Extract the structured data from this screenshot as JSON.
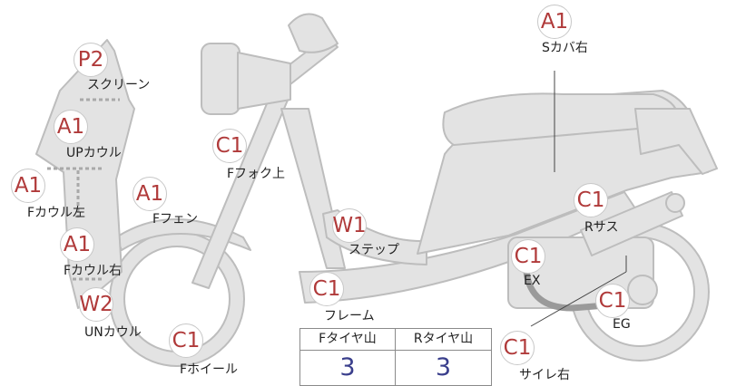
{
  "parts": [
    {
      "id": "screen",
      "grade": "P2",
      "label": "スクリーン"
    },
    {
      "id": "up_cowl",
      "grade": "A1",
      "label": "UPカウル"
    },
    {
      "id": "f_cowl_left",
      "grade": "A1",
      "label": "Fカウル左"
    },
    {
      "id": "f_fender",
      "grade": "A1",
      "label": "Fフェン"
    },
    {
      "id": "f_cowl_right",
      "grade": "A1",
      "label": "Fカウル右"
    },
    {
      "id": "un_cowl",
      "grade": "W2",
      "label": "UNカウル"
    },
    {
      "id": "f_wheel",
      "grade": "C1",
      "label": "Fホイール"
    },
    {
      "id": "f_fork_upper",
      "grade": "C1",
      "label": "Fフォク上"
    },
    {
      "id": "step",
      "grade": "W1",
      "label": "ステップ"
    },
    {
      "id": "frame",
      "grade": "C1",
      "label": "フレーム"
    },
    {
      "id": "s_cover_right",
      "grade": "A1",
      "label": "Sカバ右"
    },
    {
      "id": "r_suspension",
      "grade": "C1",
      "label": "Rサス"
    },
    {
      "id": "exhaust",
      "grade": "C1",
      "label": "EX"
    },
    {
      "id": "engine",
      "grade": "C1",
      "label": "EG"
    },
    {
      "id": "muffler_right",
      "grade": "C1",
      "label": "サイレ右"
    }
  ],
  "tires": {
    "front": {
      "label": "Fタイヤ山",
      "value": "3"
    },
    "rear": {
      "label": "Rタイヤ山",
      "value": "3"
    }
  },
  "colors": {
    "grade": "#b03a3a",
    "tire_value": "#3a3f8c",
    "part_fill": "#e3e3e3",
    "part_stroke": "#bdbdbd"
  }
}
